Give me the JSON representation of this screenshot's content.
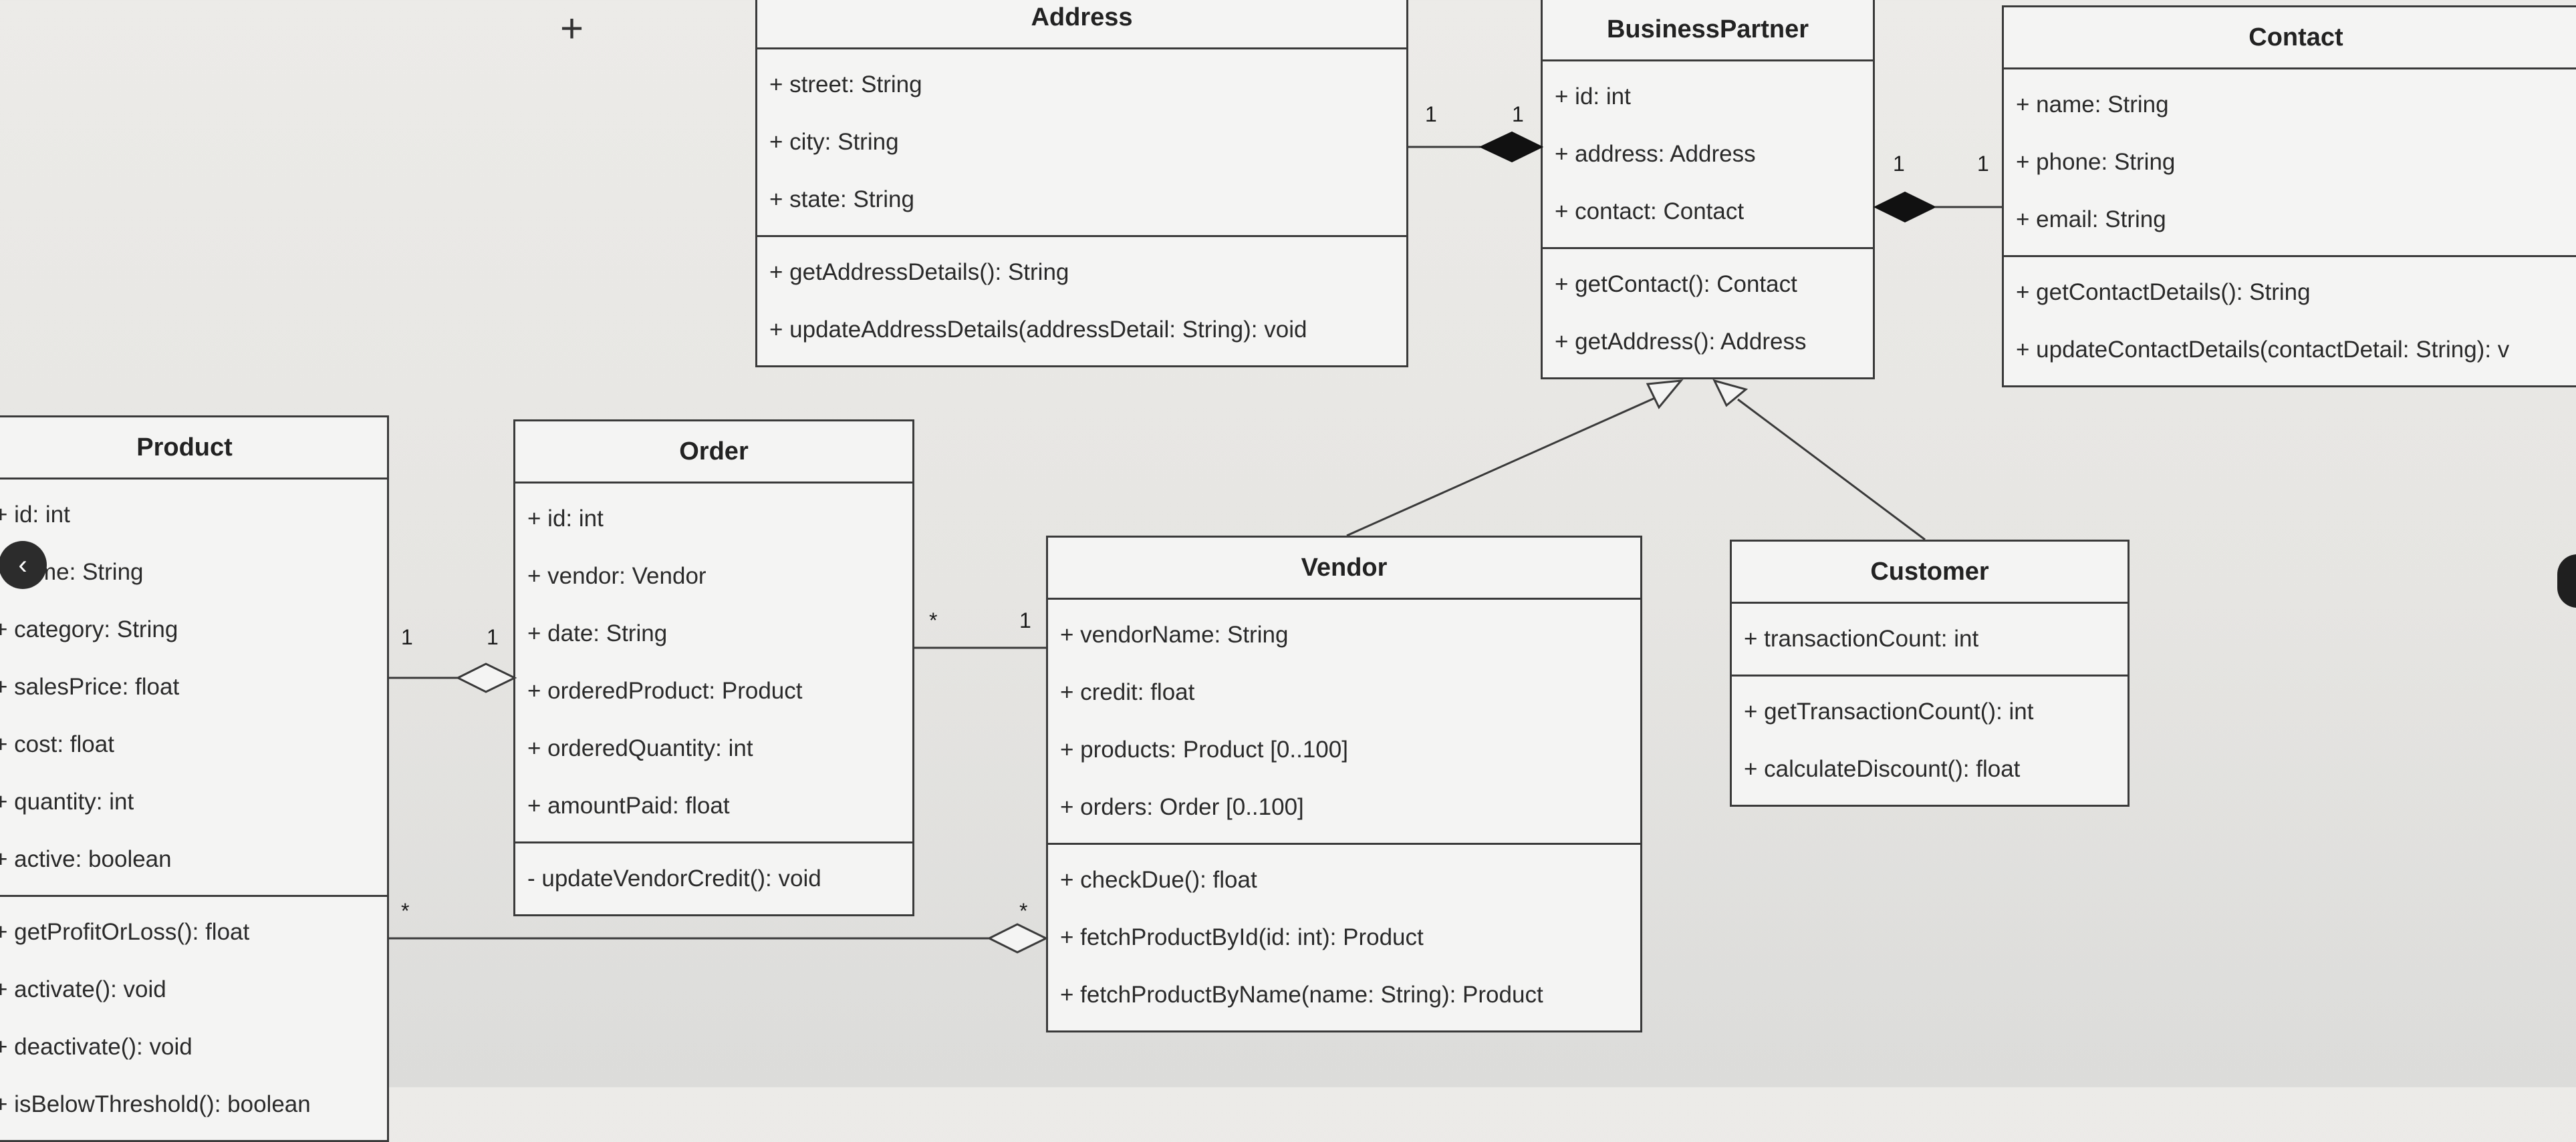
{
  "classes": {
    "address": {
      "name": "Address",
      "attributes": [
        "+ street: String",
        "+ city: String",
        "+ state: String"
      ],
      "operations": [
        "+ getAddressDetails(): String",
        "+ updateAddressDetails(addressDetail: String): void"
      ]
    },
    "business_partner": {
      "name": "BusinessPartner",
      "attributes": [
        "+ id: int",
        "+ address: Address",
        "+ contact: Contact"
      ],
      "operations": [
        "+ getContact(): Contact",
        "+ getAddress(): Address"
      ]
    },
    "contact": {
      "name": "Contact",
      "attributes": [
        "+ name: String",
        "+ phone: String",
        "+ email: String"
      ],
      "operations": [
        "+ getContactDetails(): String",
        "+ updateContactDetails(contactDetail: String): v"
      ]
    },
    "product": {
      "name": "Product",
      "attributes": [
        "+ id: int",
        "me: String",
        "+ category: String",
        "+ salesPrice: float",
        "+ cost: float",
        "+ quantity: int",
        "+ active: boolean"
      ],
      "operations": [
        "+ getProfitOrLoss(): float",
        "+ activate(): void",
        "+ deactivate(): void",
        "+ isBelowThreshold(): boolean"
      ]
    },
    "order": {
      "name": "Order",
      "attributes": [
        "+ id: int",
        "+ vendor: Vendor",
        "+ date: String",
        "+ orderedProduct: Product",
        "+ orderedQuantity: int",
        "+ amountPaid: float"
      ],
      "operations": [
        "- updateVendorCredit(): void"
      ]
    },
    "vendor": {
      "name": "Vendor",
      "attributes": [
        "+ vendorName: String",
        "+ credit: float",
        "+ products: Product [0..100]",
        "+ orders: Order [0..100]"
      ],
      "operations": [
        "+ checkDue(): float",
        "+ fetchProductById(id: int): Product",
        "+ fetchProductByName(name: String): Product"
      ]
    },
    "customer": {
      "name": "Customer",
      "attributes": [
        "+ transactionCount: int"
      ],
      "operations": [
        "+ getTransactionCount(): int",
        "+ calculateDiscount(): float"
      ]
    }
  },
  "multiplicities": {
    "address_side": "1",
    "partner_address_side": "1",
    "partner_contact_side": "1",
    "contact_side": "1",
    "product_order_product_side": "1",
    "product_order_order_side": "1",
    "order_vendor_order_side": "*",
    "order_vendor_vendor_side": "1",
    "product_vendor_product_side": "*",
    "product_vendor_vendor_side": "*"
  },
  "icons": {
    "toolbar_plus": "+",
    "back_button": "‹"
  },
  "colors": {
    "line": "#3a3a3a",
    "box_fill": "#f4f4f3",
    "background": "#e8e7e4"
  }
}
